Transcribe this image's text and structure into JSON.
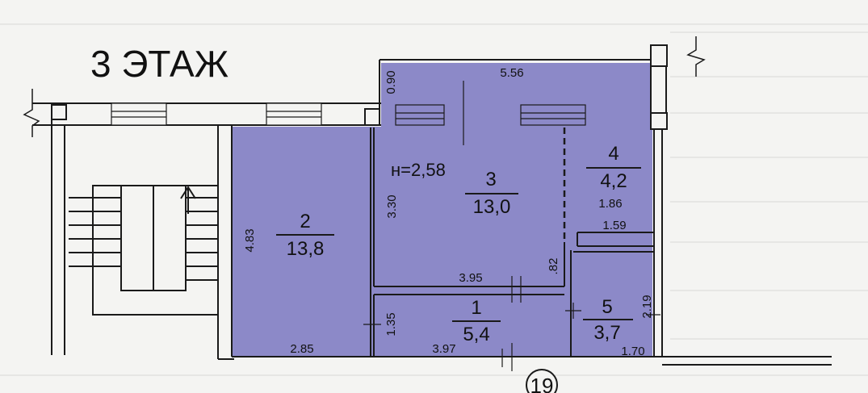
{
  "floor_title": "3 ЭТАЖ",
  "ceiling_height": "н=2,58",
  "colors": {
    "room_fill": "#8c89c8",
    "wall": "#1a1a1a",
    "background": "#f4f4f2"
  },
  "rooms": [
    {
      "number": "1",
      "area": "5,4"
    },
    {
      "number": "2",
      "area": "13,8"
    },
    {
      "number": "3",
      "area": "13,0"
    },
    {
      "number": "4",
      "area": "4,2"
    },
    {
      "number": "5",
      "area": "3,7"
    }
  ],
  "dimensions": {
    "balcony_depth": "0.90",
    "balcony_length": "5.56",
    "room2_height": "4.83",
    "room2_width": "2.85",
    "room3_height": "3.30",
    "room3_width": "3.95",
    "room4_width": "1.86",
    "niche_width": "1.59",
    "passage_width": ".82",
    "room1_height": "1.35",
    "room1_width": "3.97",
    "room5_height": "2.19",
    "room5_width": "1.70"
  },
  "axis_label": "19"
}
